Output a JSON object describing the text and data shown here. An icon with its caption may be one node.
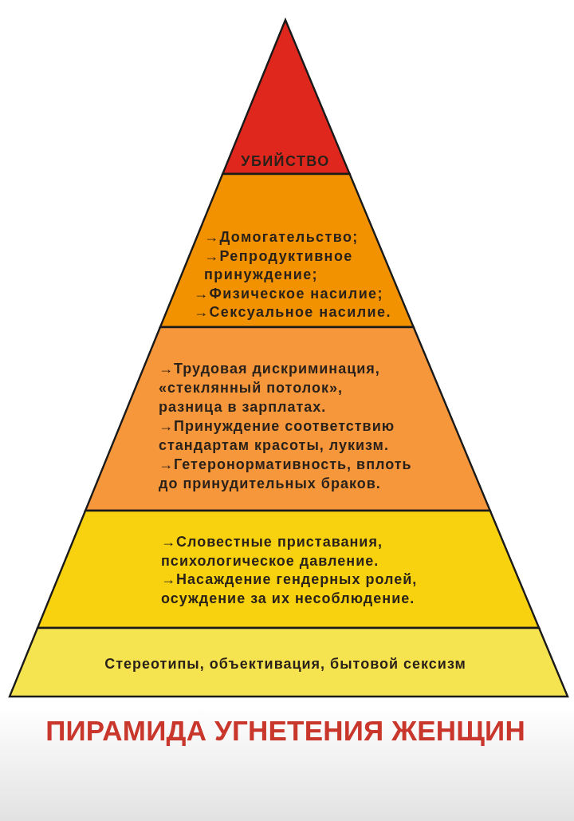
{
  "diagram": {
    "title": "ПИРАМИДА УГНЕТЕНИЯ ЖЕНЩИН",
    "nodes": [
      {
        "text": [
          "УБИЙСТВО"
        ]
      },
      {
        "text": [
          "→Домогательство;",
          "→Репродуктивное принуждение;",
          "→Физическое насилие;",
          "→Сексуальное насилие."
        ]
      },
      {
        "text": [
          "→Трудовая дискриминация, «стеклянный потолок», разница в зарплатах.",
          "→Принуждение соответствию стандартам красоты, лукизм.",
          "→Гетеронормативность, вплоть до принудительных браков."
        ]
      },
      {
        "text": [
          "→Словестные приставания, психологическое давление.",
          "→Насаждение гендерных ролей, осуждение за их несоблюдение."
        ]
      },
      {
        "text": [
          "Стереотипы, объективация, бытовой сексизм"
        ]
      }
    ]
  }
}
